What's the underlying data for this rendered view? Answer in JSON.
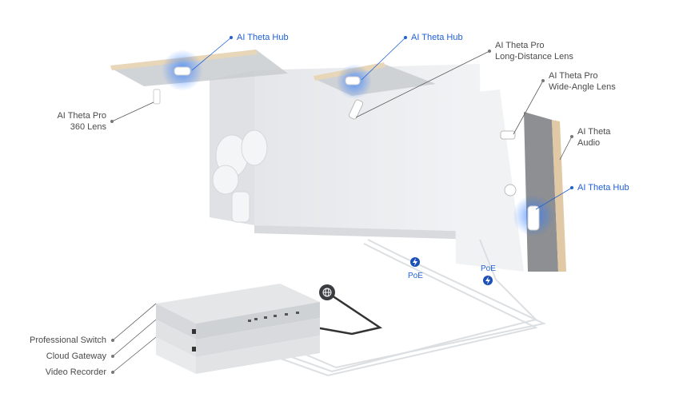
{
  "labels": {
    "hub_1": "AI Theta Hub",
    "hub_2": "AI Theta Hub",
    "hub_3": "AI Theta Hub",
    "long_distance_1": "AI Theta Pro",
    "long_distance_2": "Long-Distance Lens",
    "wide_angle_1": "AI Theta Pro",
    "wide_angle_2": "Wide-Angle Lens",
    "audio_1": "AI Theta",
    "audio_2": "Audio",
    "lens360_1": "AI Theta Pro",
    "lens360_2": "360 Lens",
    "switch": "Professional Switch",
    "gateway": "Cloud Gateway",
    "recorder": "Video Recorder",
    "poe_1": "PoE",
    "poe_2": "PoE"
  },
  "colors": {
    "accent": "#1f5fd6",
    "text": "#4a4a4a",
    "wood": "#e8d6b8",
    "wall": "#eceef0"
  },
  "icons": [
    "lightning-icon",
    "globe-icon"
  ]
}
